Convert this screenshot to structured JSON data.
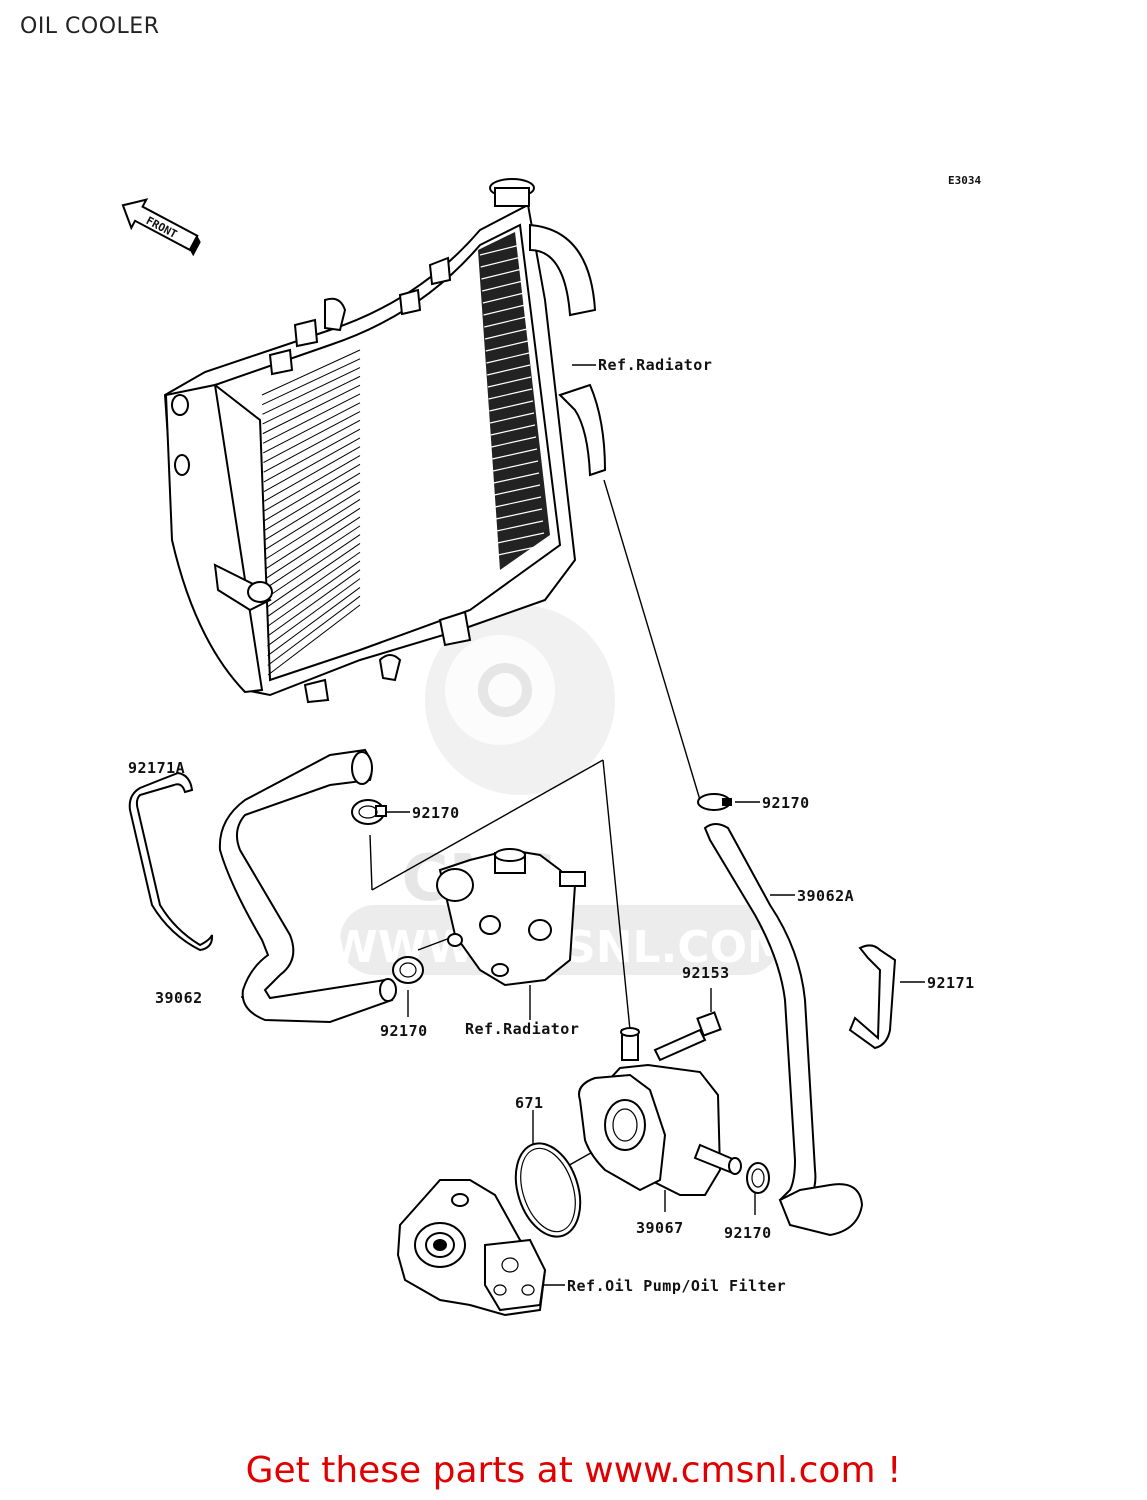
{
  "title": "OIL COOLER",
  "diagram_code": "E3034",
  "front_label": "FRONT",
  "watermark": {
    "brand": "CMS",
    "url": "WWW.CMSNL.COM"
  },
  "labels": {
    "ref_radiator_top": "Ref.Radiator",
    "ref_radiator_bottom": "Ref.Radiator",
    "ref_oil_pump": "Ref.Oil Pump/Oil Filter",
    "p92171A": "92171A",
    "p92170_a": "92170",
    "p92170_b": "92170",
    "p92170_c": "92170",
    "p92170_d": "92170",
    "p39062A": "39062A",
    "p92171": "92171",
    "p92153": "92153",
    "p39062": "39062",
    "p671": "671",
    "p39067": "39067"
  },
  "footer": "Get these parts at www.cmsnl.com !",
  "colors": {
    "footer": "#e00000",
    "watermark": "#e6e6e6"
  }
}
